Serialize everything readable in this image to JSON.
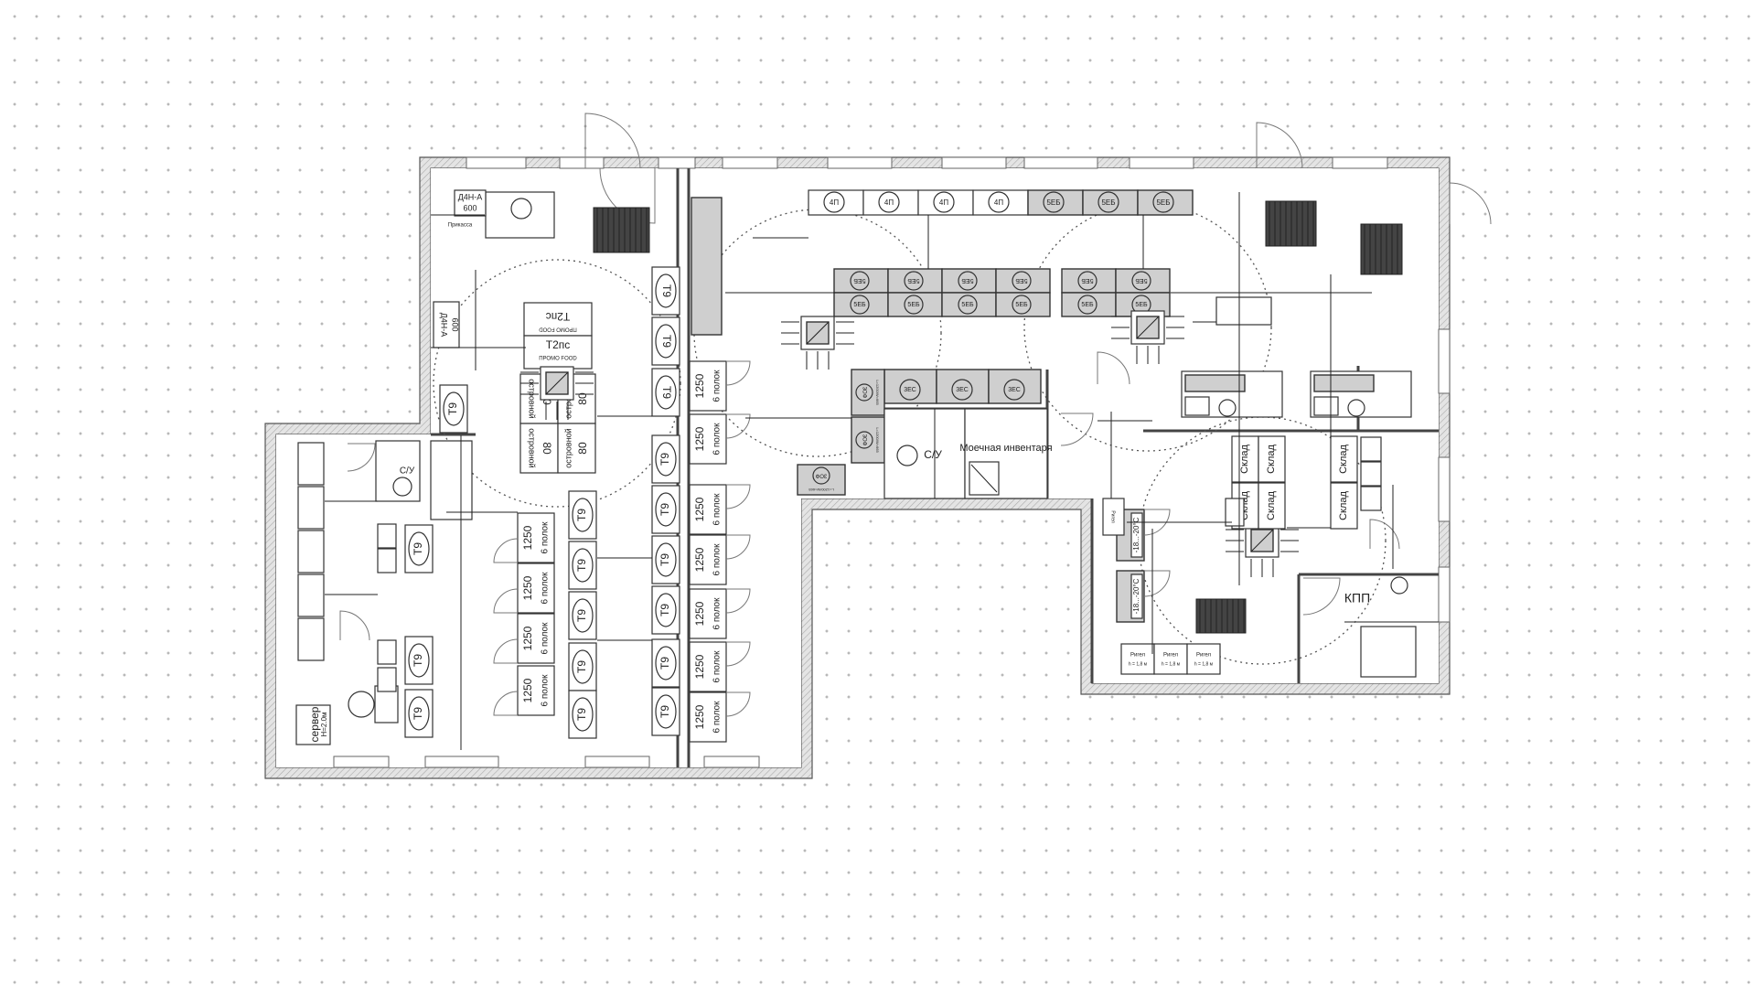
{
  "plan": {
    "rooms": {
      "wc": "С/У",
      "washroom": "Моечная инвентаря",
      "storage": "Склад",
      "checkpoint": "КПП",
      "server": "сервер",
      "server_height": "Н=2.0м"
    },
    "equipment": {
      "cabinet_t9": "Т9",
      "fridge_volume": "1250",
      "fridge_shelves": "6 полок",
      "stove_4p": "4П",
      "oven_5eb": "5ЕБ",
      "oven_3es": "3ЕС",
      "oven_3of": "3ОФ",
      "oven_size": "L=1200/W=665",
      "display_d4n": "Д4Н-А",
      "display_size": "600",
      "cashier": "Прикасса",
      "table_t2ps": "Т2пс",
      "promo": "ПРОМО FOOD",
      "island": "островной",
      "island_size": "80",
      "freezer_temp": "-18...-20°C",
      "rack": "Ригел",
      "rack_height": "h = 1,8 м"
    }
  }
}
